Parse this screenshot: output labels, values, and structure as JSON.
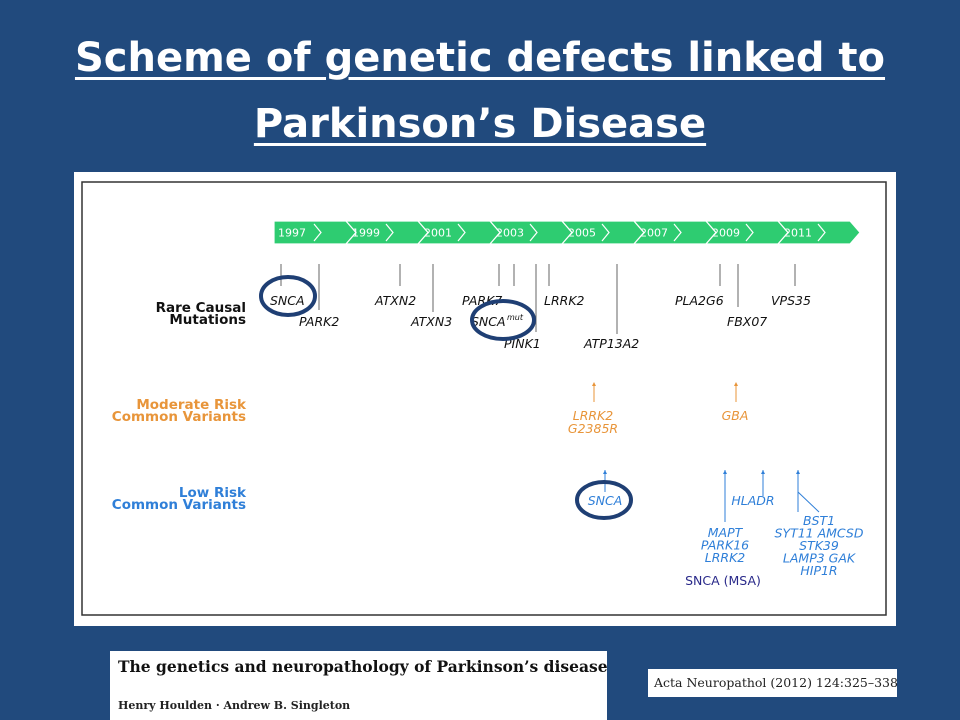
{
  "slide": {
    "title_line1": "Scheme of genetic defects linked to",
    "title_line2": "Parkinson’s Disease",
    "colors": {
      "background": "#214a7d",
      "timeline": "#2ecc71",
      "rare": "#111111",
      "moderate": "#e8953a",
      "low": "#2f7fd8",
      "highlight_circle": "#1f3f74"
    }
  },
  "diagram": {
    "timeline_years": [
      "1997",
      "1999",
      "2001",
      "2003",
      "2005",
      "2007",
      "2009",
      "2011"
    ],
    "category_rare": "Rare Causal\nMutations",
    "category_moderate": "Moderate Risk\nCommon Variants",
    "category_low": "Low Risk\nCommon Variants",
    "rare_genes": [
      {
        "id": "snca",
        "label": "SNCA",
        "circled": true
      },
      {
        "id": "park2",
        "label": "PARK2"
      },
      {
        "id": "atxn2",
        "label": "ATXN2"
      },
      {
        "id": "atxn3",
        "label": "ATXN3"
      },
      {
        "id": "park7",
        "label": "PARK7"
      },
      {
        "id": "snca-mut",
        "label": "SNCA",
        "sup": "mut",
        "circled": true
      },
      {
        "id": "pink1",
        "label": "PINK1"
      },
      {
        "id": "lrrk2",
        "label": "LRRK2"
      },
      {
        "id": "atp13a2",
        "label": "ATP13A2"
      },
      {
        "id": "pla2g6",
        "label": "PLA2G6"
      },
      {
        "id": "fbx07",
        "label": "FBX07"
      },
      {
        "id": "vps35",
        "label": "VPS35"
      }
    ],
    "moderate_variants": [
      {
        "id": "lrrk2-g2385r",
        "lines": [
          "LRRK2",
          "G2385R"
        ]
      },
      {
        "id": "gba",
        "lines": [
          "GBA"
        ]
      }
    ],
    "low_variants": [
      {
        "id": "snca-low",
        "lines": [
          "SNCA"
        ],
        "circled": true
      },
      {
        "id": "hladr",
        "lines": [
          "HLADR"
        ]
      },
      {
        "id": "mapt-group",
        "lines": [
          "MAPT",
          "PARK16",
          "LRRK2"
        ]
      },
      {
        "id": "bst1-group",
        "lines": [
          "BST1",
          "SYT11 AMCSD",
          "STK39",
          "LAMP3 GAK",
          "HIP1R"
        ]
      }
    ],
    "snca_msa": "SNCA (MSA)"
  },
  "citation": {
    "title": "The genetics and neuropathology of Parkinson’s disease",
    "authors": "Henry Houlden · Andrew B. Singleton",
    "journal": "Acta Neuropathol (2012) 124:325–338"
  }
}
